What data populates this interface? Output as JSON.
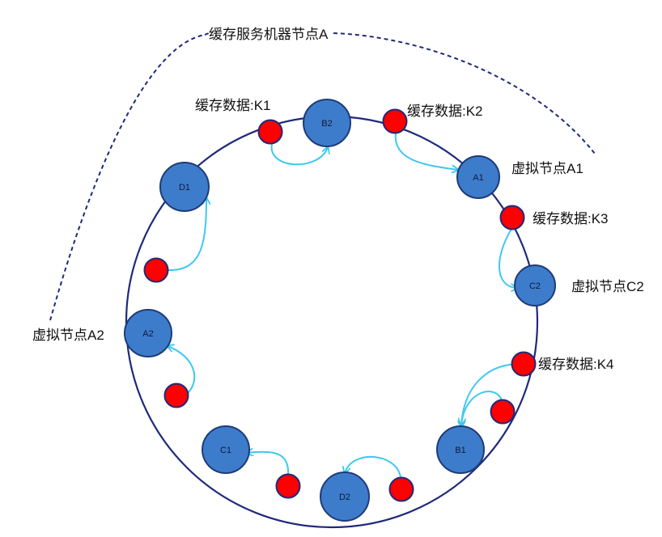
{
  "colors": {
    "ring": "#1f2a7a",
    "node_fill": "#3d7ccb",
    "node_stroke": "#1f3b78",
    "data_fill": "#ff0000",
    "data_stroke": "#1f2a7a",
    "arrow": "#3ec8f0",
    "dashed": "#1f2a7a"
  },
  "labels": {
    "machine": "缓存服务机器节点A",
    "virtual_a1": "虚拟节点A1",
    "virtual_a2": "虚拟节点A2",
    "virtual_c2": "虚拟节点C2",
    "data_k1": "缓存数据:K1",
    "data_k2": "缓存数据:K2",
    "data_k3": "缓存数据:K3",
    "data_k4": "缓存数据:K4"
  },
  "nodes": [
    {
      "id": "B2",
      "label": "B2"
    },
    {
      "id": "A1",
      "label": "A1"
    },
    {
      "id": "C2",
      "label": "C2"
    },
    {
      "id": "B1",
      "label": "B1"
    },
    {
      "id": "D2",
      "label": "D2"
    },
    {
      "id": "C1",
      "label": "C1"
    },
    {
      "id": "A2",
      "label": "A2"
    },
    {
      "id": "D1",
      "label": "D1"
    }
  ]
}
